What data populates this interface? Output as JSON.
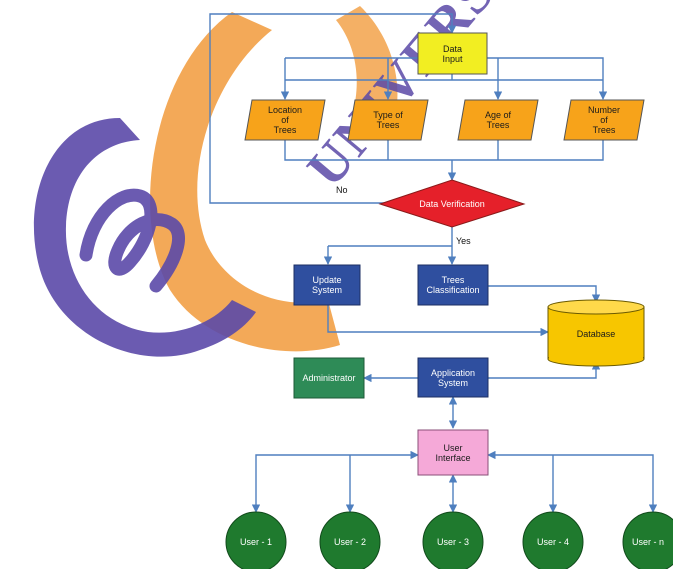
{
  "colors": {
    "line": "#4f7fbf",
    "blue_box": "#2f4f9f",
    "green_box": "#2e8b57",
    "user_circle": "#1f7a2e",
    "orange_io": "#f7a31a",
    "yellow_box": "#f2ee22",
    "pink_box": "#f5a9d8",
    "decision": "#e5202a",
    "database": "#f7c600",
    "watermark_orange": "#f2a24a",
    "watermark_purple": "#5b49a8"
  },
  "watermark": {
    "text": "UNIVERS",
    "logo_icon": "university-logo"
  },
  "diagram": {
    "start_box": "Data\nInput",
    "inputs": [
      "Location\nof\nTrees",
      "Type of\nTrees",
      "Age of\nTrees",
      "Number\nof\nTrees"
    ],
    "decision": "Data Verification",
    "no_label": "No",
    "yes_label": "Yes",
    "update_system": "Update\nSystem",
    "trees_classification": "Trees\nClassification",
    "database": "Database",
    "administrator": "Administrator",
    "application_system": "Application\nSystem",
    "user_interface": "User\nInterface",
    "users": [
      "User - 1",
      "User - 2",
      "User - 3",
      "User - 4",
      "User - n"
    ]
  }
}
